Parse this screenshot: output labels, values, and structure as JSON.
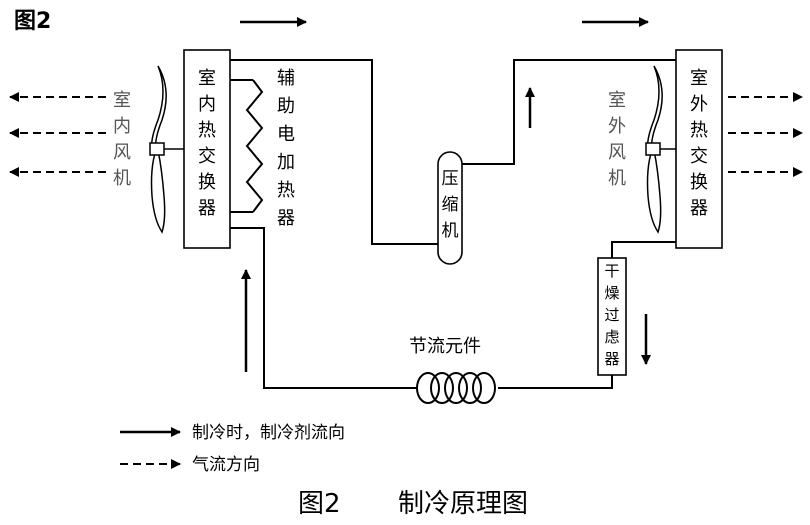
{
  "figure_label": "图2",
  "caption": {
    "fig": "图2",
    "title": "制冷原理图"
  },
  "indoor_fan": [
    "室",
    "内",
    "风",
    "机"
  ],
  "indoor_hx": [
    "室",
    "内",
    "热",
    "交",
    "换",
    "器"
  ],
  "aux_heater": [
    "辅",
    "助",
    "电",
    "加",
    "热",
    "器"
  ],
  "compressor": [
    "压",
    "缩",
    "机"
  ],
  "outdoor_fan": [
    "室",
    "外",
    "风",
    "机"
  ],
  "outdoor_hx": [
    "室",
    "外",
    "热",
    "交",
    "换",
    "器"
  ],
  "filter_drier": [
    "干",
    "燥",
    "过",
    "虑",
    "器"
  ],
  "throttle": "节流元件",
  "legend": {
    "refrigerant": "制冷时，制冷剂流向",
    "airflow": "气流方向"
  }
}
